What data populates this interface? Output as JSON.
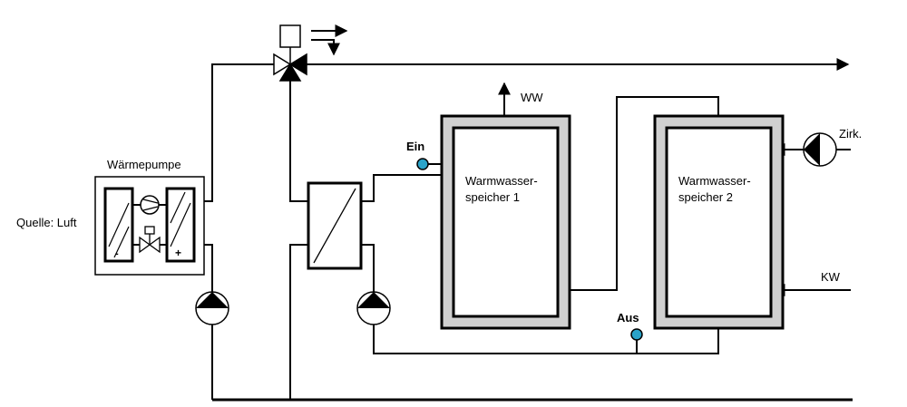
{
  "labels": {
    "heat_pump": "Wärmepumpe",
    "source": "Quelle: Luft",
    "minus_sign": "-",
    "plus_sign": "+",
    "ww": "WW",
    "tank1_line1": "Warmwasser-",
    "tank1_line2": "speicher 1",
    "tank2_line1": "Warmwasser-",
    "tank2_line2": "speicher 2",
    "sensor_in": "Ein",
    "sensor_out": "Aus",
    "circulation": "Zirk.",
    "cold_water": "KW"
  },
  "colors": {
    "line": "#000000",
    "tank_jacket": "#d0d0d0",
    "sensor": "#2aa3c9",
    "background": "#ffffff"
  },
  "icons": [
    "heat-pump-evaporator-icon",
    "heat-pump-condenser-icon",
    "compressor-icon",
    "expansion-valve-icon",
    "three-way-valve-icon",
    "valve-actuator-icon",
    "plate-heat-exchanger-icon",
    "circulation-pump-icon",
    "temperature-sensor-icon",
    "flow-arrow-icon"
  ]
}
